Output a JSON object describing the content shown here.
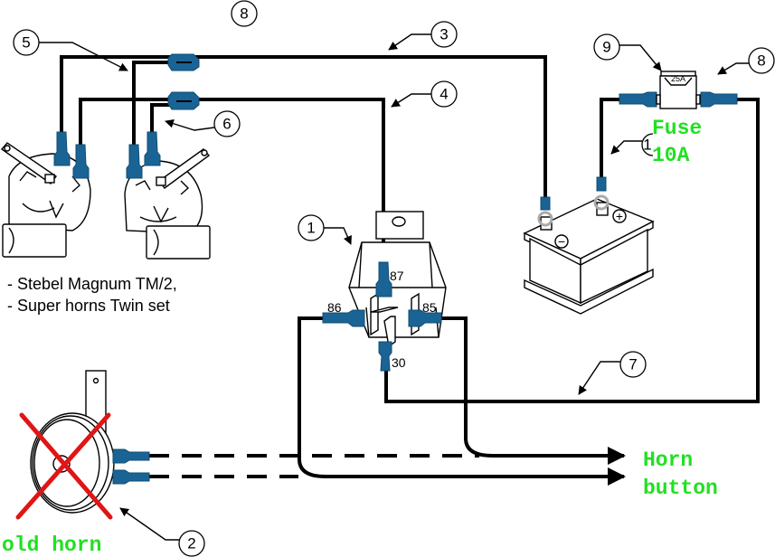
{
  "diagram": {
    "title": "Horn relay wiring diagram",
    "callouts": [
      {
        "id": "c1",
        "label": "1"
      },
      {
        "id": "c2",
        "label": "2"
      },
      {
        "id": "c3",
        "label": "3"
      },
      {
        "id": "c4",
        "label": "4"
      },
      {
        "id": "c5",
        "label": "5"
      },
      {
        "id": "c6",
        "label": "6"
      },
      {
        "id": "c7",
        "label": "7"
      },
      {
        "id": "c8a",
        "label": "8"
      },
      {
        "id": "c8b",
        "label": "8"
      },
      {
        "id": "c9",
        "label": "9"
      },
      {
        "id": "c1b",
        "label": "1"
      }
    ],
    "relay": {
      "pins": {
        "p87": "87",
        "p86": "86",
        "p85": "85",
        "p30": "30"
      }
    },
    "fuse": {
      "rating_label": "25A",
      "annotation_line1": "Fuse",
      "annotation_line2": "10A"
    },
    "battery": {
      "negative_symbol": "−",
      "positive_symbol": "+"
    },
    "horns_note": {
      "line1": "- Stebel Magnum TM/2,",
      "line2": "- Super horns Twin set"
    },
    "old_horn_label": "old horn",
    "horn_button": {
      "line1": "Horn",
      "line2": "button"
    },
    "colors": {
      "terminal_blue": "#1a6495",
      "annotation_green": "#22e022",
      "cross_red": "#e01515"
    }
  }
}
